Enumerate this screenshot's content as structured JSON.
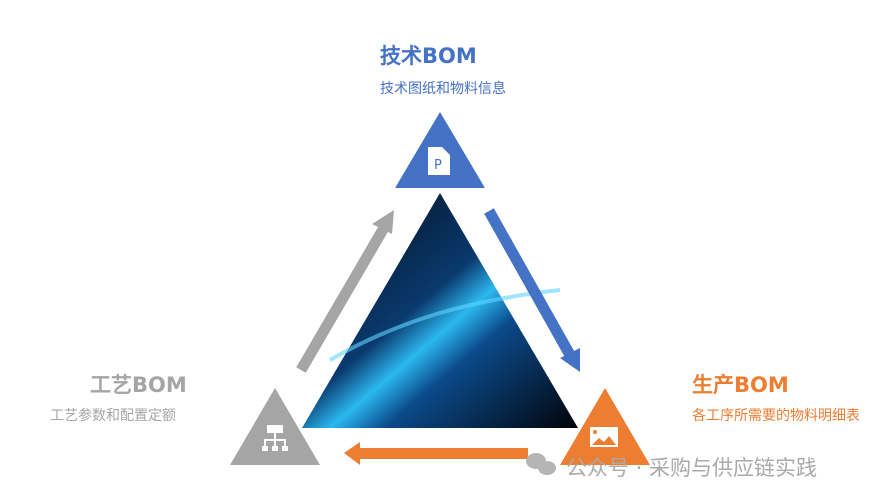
{
  "tech": {
    "title": "技术BOM",
    "desc": "技术图纸和物料信息",
    "color": "#4472C4",
    "icon": "file-p-icon",
    "icon_letter": "P"
  },
  "process": {
    "title": "工艺BOM",
    "desc": "工艺参数和配置定额",
    "color": "#A5A5A5",
    "icon": "org-chart-icon"
  },
  "production": {
    "title": "生产BOM",
    "desc": "各工序所需要的物料明细表",
    "color": "#ED7D31",
    "icon": "image-icon"
  },
  "watermark": {
    "prefix": "公众号 · ",
    "name": "采购与供应链实践"
  }
}
